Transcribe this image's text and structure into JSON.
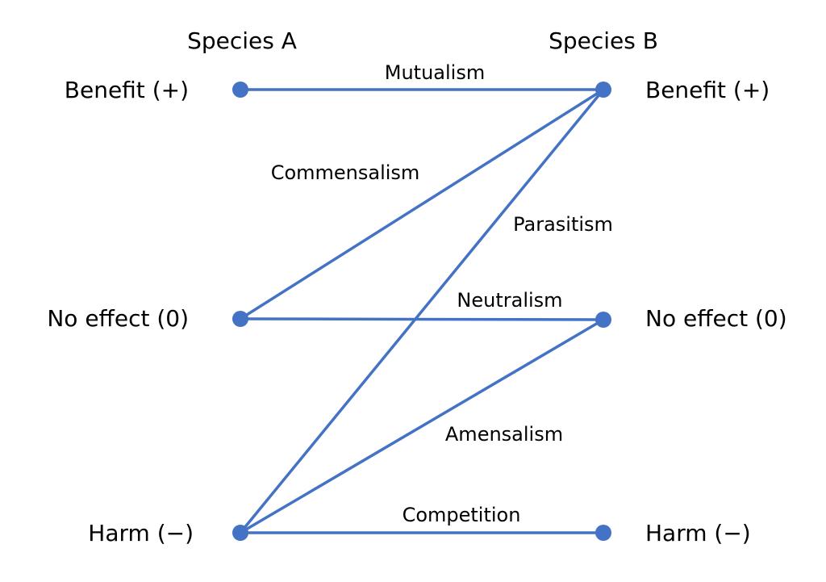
{
  "species_a": {
    "label": "Species A",
    "levels": [
      "Benefit (+)",
      "No effect (0)",
      "Harm (−)"
    ]
  },
  "species_b": {
    "label": "Species B",
    "levels": [
      "Benefit (+)",
      "No effect (0)",
      "Harm (−)"
    ]
  },
  "relationships": [
    {
      "label": "Mutualism",
      "a": "Benefit (+)",
      "b": "Benefit (+)"
    },
    {
      "label": "Commensalism",
      "a": "No effect (0)",
      "b": "Benefit (+)"
    },
    {
      "label": "Parasitism",
      "a": "Harm (−)",
      "b": "Benefit (+)"
    },
    {
      "label": "Neutralism",
      "a": "No effect (0)",
      "b": "No effect (0)"
    },
    {
      "label": "Amensalism",
      "a": "Harm (−)",
      "b": "No effect (0)"
    },
    {
      "label": "Competition",
      "a": "Harm (−)",
      "b": "Harm (−)"
    }
  ],
  "colors": {
    "line": "#4472c4",
    "node": "#4472c4",
    "text": "#000000"
  }
}
